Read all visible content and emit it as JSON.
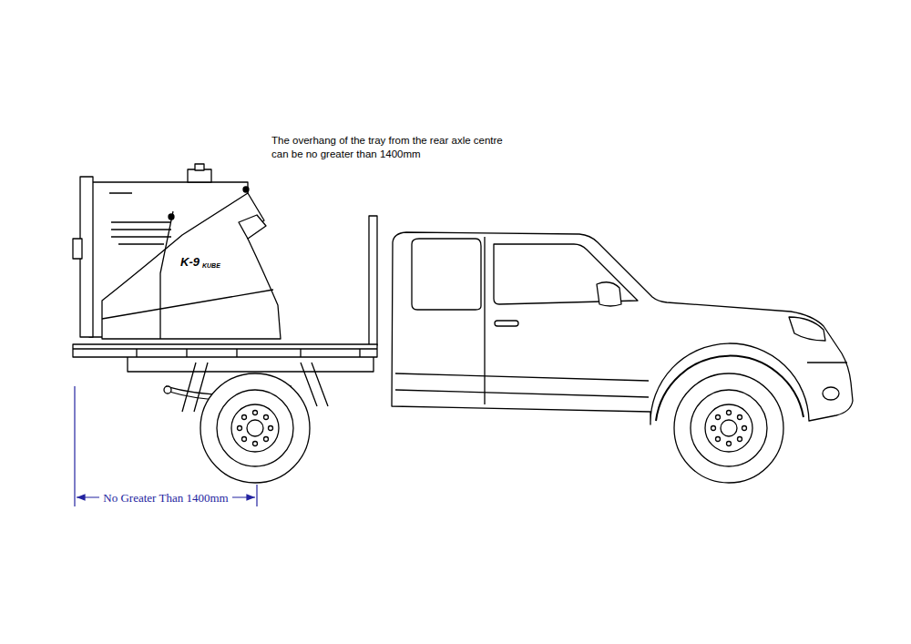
{
  "diagram": {
    "labels": [
      "The overhang of the tray from the rear axle centre can be no greater than 1400mm",
      "K-9",
      "KUBE",
      "No Greater Than 1400mm"
    ]
  }
}
